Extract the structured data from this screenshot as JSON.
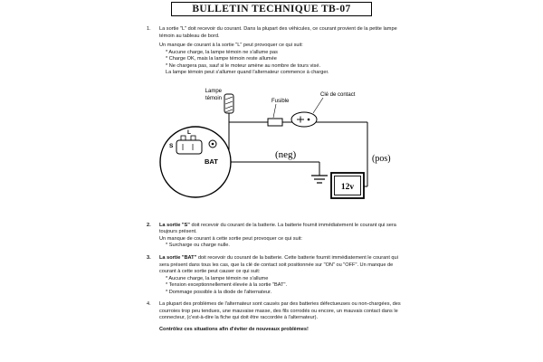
{
  "title": "BULLETIN TECHNIQUE TB-07",
  "items": {
    "i1": {
      "num": "1.",
      "p1": "La sortie \"L\" doit recevoir du courant. Dans la plupart des véhicules, ce courant provient de la petite lampe témoin au tableau de bord.",
      "p2": "Un manque de courant à la sortie \"L\" peut provoquer ce qui suit:",
      "b1": "*  Aucune charge, la lampe témoin ne s'allume pas",
      "b2": "*  Charge OK, mais la lampe témoin reste allumée",
      "b3": "*  Ne chargera pas, sauf si le moteur amène au nombre de tours visé.",
      "p3": "La lampe témoin peut s'allumer quand l'alternateur commence à charger."
    },
    "i2": {
      "num": "2.",
      "lead": "La sortie \"S\"",
      "p1": " doit recevoir du courant de la batterie. La batterie fournit immédiatement le courant qui sera toujours présent.",
      "p2": "Un manque de courant à cette sortie peut provoquer ce qui suit:",
      "b1": "*  Surcharge ou charge nulle."
    },
    "i3": {
      "num": "3.",
      "lead": "La sortie \"BAT\"",
      "p1": " doit recevoir du courant de la batterie. Cette batterie fournit immédiatement le courant qui sera présent dans tous les cas, que la clé de contact soit positionnée sur \"ON\" ou \"OFF\". Un manque de courant à cette sortie peut causer ce qui suit:",
      "b1": "*  Aucune charge, la lampe témoin ne s'allume",
      "b2": "*  Tension exceptionnellement élevée à la sortie \"BAT\".",
      "b3": "*  Dommage possible à la diode de l'alternateur."
    },
    "i4": {
      "num": "4.",
      "p1": "La plupart des problèmes de l'alternateur sont causés par des batteries défectueuses ou non-chargées, des courroies trop peu tendues, une mauvaise masse, des fils corrodés ou encore, un mauvais contact dans le connecteur, (c'est-à-dire la fiche qui doit être raccordée à l'alternateur)."
    }
  },
  "footer": "Contrôlez ces situations afin d'éviter de nouveaux problèmes!",
  "diagram": {
    "lamp_label_line1": "Lampe",
    "lamp_label_line2": "témoin",
    "fuse_label": "Fusible",
    "key_label": "Clé de contact",
    "terminal_s": "S",
    "terminal_l": "L",
    "bat_label": "BAT",
    "neg_label": "(neg)",
    "pos_label": "(pos)",
    "battery_label": "12v"
  }
}
